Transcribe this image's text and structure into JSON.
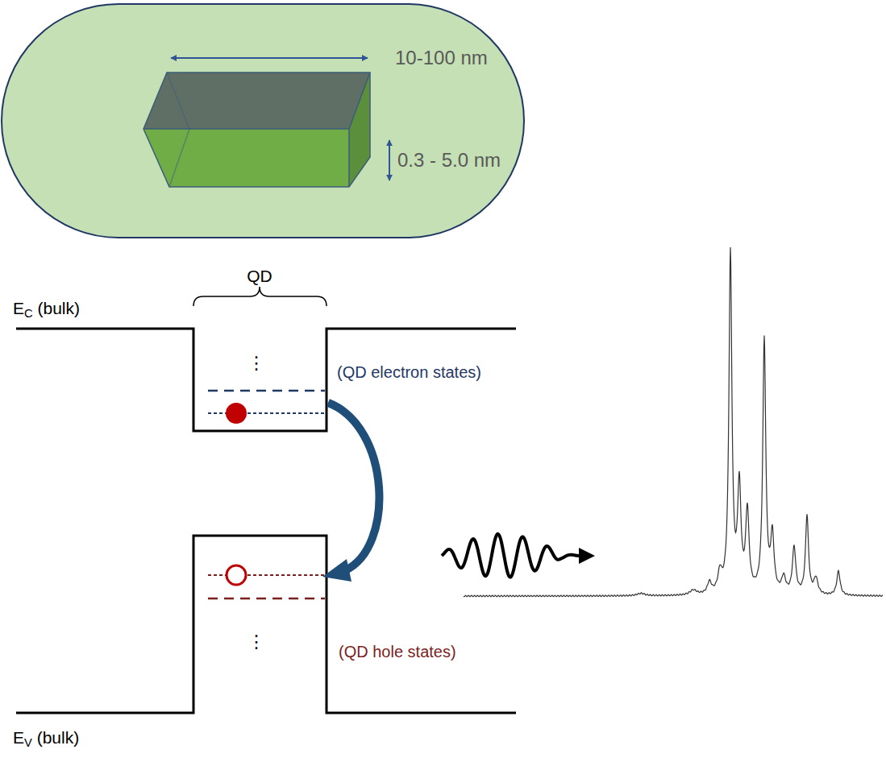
{
  "diagram": {
    "labels": [
      "10-100 nm",
      "0.3 - 5.0 nm",
      "QD",
      "EC (bulk)",
      "⋮",
      "(QD electron states)",
      "⋮",
      "(QD hole states)",
      "EV (bulk)"
    ]
  }
}
